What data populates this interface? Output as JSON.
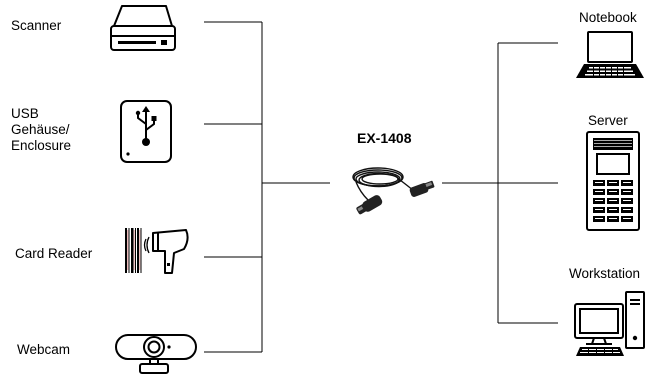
{
  "left_devices": [
    {
      "label": "Scanner",
      "icon": "scanner-icon"
    },
    {
      "label": "USB\nGehäuse/\nEnclosure",
      "icon": "usb-enclosure-icon"
    },
    {
      "label": "Card Reader",
      "icon": "card-reader-icon"
    },
    {
      "label": "Webcam",
      "icon": "webcam-icon"
    }
  ],
  "center": {
    "label": "EX-1408",
    "icon": "usb-extension-cable-icon"
  },
  "right_devices": [
    {
      "label": "Notebook",
      "icon": "notebook-icon"
    },
    {
      "label": "Server",
      "icon": "server-icon"
    },
    {
      "label": "Workstation",
      "icon": "workstation-icon"
    }
  ]
}
